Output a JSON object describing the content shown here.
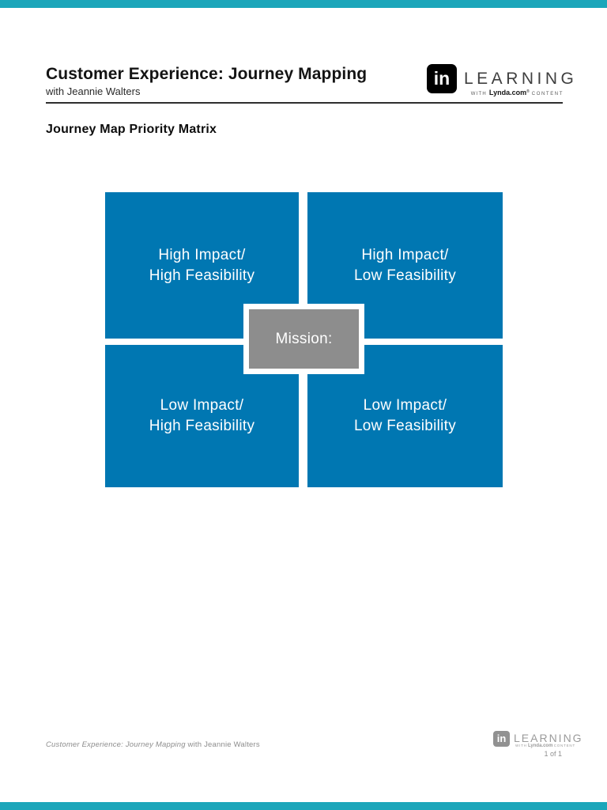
{
  "colors": {
    "viewer_teal": "#1CA6BA",
    "quadrant_blue": "#0077B2",
    "mission_gray": "#8D8D8D"
  },
  "header": {
    "title": "Customer Experience: Journey Mapping",
    "subtitle": "with Jeannie Walters"
  },
  "brand": {
    "in_label": "in",
    "learning_label": "LEARNING",
    "tagline_with": "WITH",
    "tagline_lynda": "Lynda.com",
    "tagline_reg": "®",
    "tagline_content": "CONTENT"
  },
  "document": {
    "section_title": "Journey Map Priority Matrix"
  },
  "matrix": {
    "center_label": "Mission:",
    "quadrants": [
      {
        "line1": "High Impact/",
        "line2": "High Feasibility"
      },
      {
        "line1": "High Impact/",
        "line2": "Low Feasibility"
      },
      {
        "line1": "Low Impact/",
        "line2": "High Feasibility"
      },
      {
        "line1": "Low Impact/",
        "line2": "Low Feasibility"
      }
    ]
  },
  "footer": {
    "doc_title": "Customer Experience: Journey Mapping",
    "byline": " with Jeannie Walters",
    "page_indicator": "1 of 1"
  }
}
